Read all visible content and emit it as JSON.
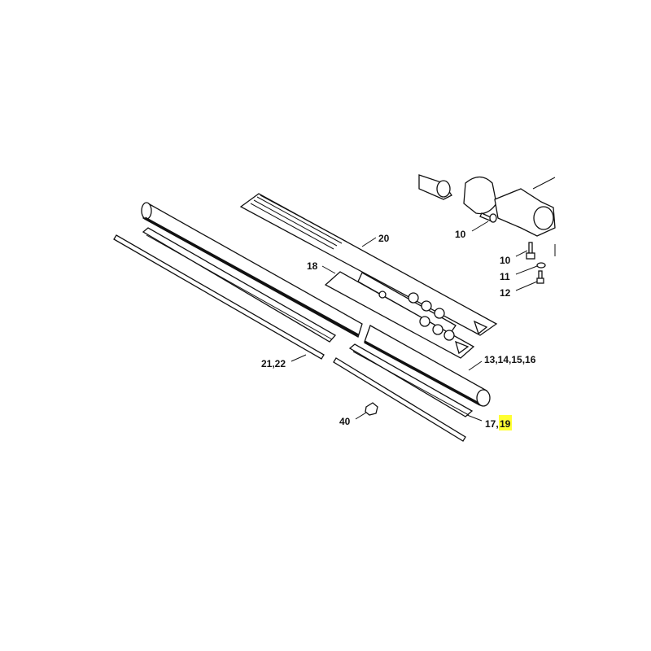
{
  "diagram": {
    "type": "exploded parts diagram",
    "labels": {
      "l20": "20",
      "l18": "18",
      "l10a": "10",
      "l10b": "10",
      "l11": "11",
      "l12": "12",
      "l13": "13,14,15,16",
      "l21": "21,22",
      "l17": "17,",
      "l19": "19",
      "l40": "40"
    },
    "highlight_color": "#ffff33"
  }
}
